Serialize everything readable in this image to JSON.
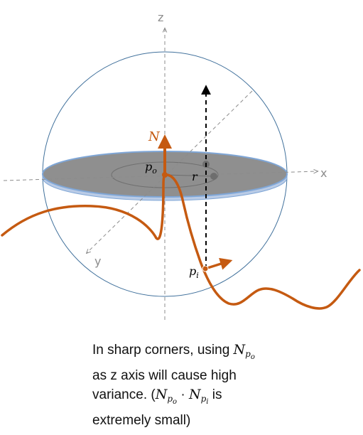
{
  "axes": {
    "z": "z",
    "x": "x",
    "y": "y"
  },
  "labels": {
    "normal": "N",
    "origin_point": "p",
    "origin_sub": "o",
    "radius": "r",
    "sample_point": "p",
    "sample_sub": "i"
  },
  "caption": {
    "line1_pre": "In sharp corners, using ",
    "line1_sym": "N",
    "line1_sub_p": "p",
    "line1_sub_o": "o",
    "line2": "as z axis will cause high",
    "line3_pre": "variance. (",
    "line3_sym1": "N",
    "line3_sub1_p": "p",
    "line3_sub1_o": "o",
    "line3_dot": " · ",
    "line3_sym2": "N",
    "line3_sub2_p": "p",
    "line3_sub2_i": "i",
    "line3_post": " is",
    "line4": "extremely small)"
  },
  "colors": {
    "sphere": "#41719c",
    "disk_fill": "#8f8f8f",
    "disk_edge": "#7fa6d6",
    "surface_curve": "#c55a11",
    "axis": "#8c8c8c"
  }
}
